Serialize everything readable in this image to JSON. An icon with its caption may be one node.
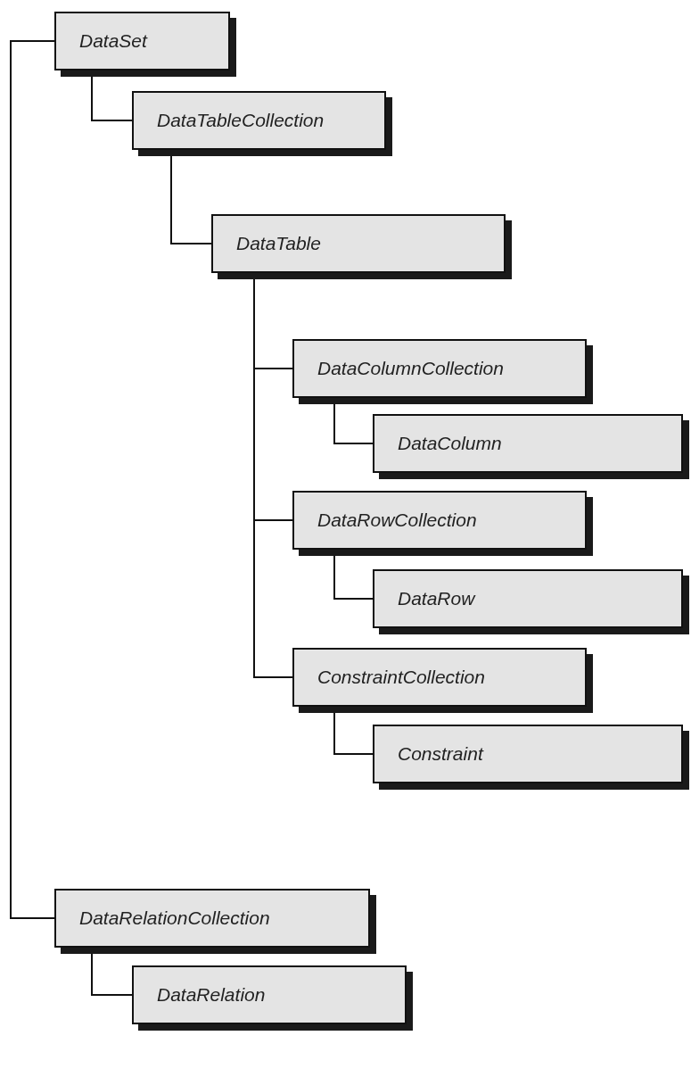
{
  "diagram": {
    "nodes": [
      {
        "text": [
          "DataSet"
        ]
      },
      {
        "text": [
          "DataTableCollection"
        ]
      },
      {
        "text": [
          "DataTable"
        ]
      },
      {
        "text": [
          "DataColumnCollection"
        ]
      },
      {
        "text": [
          "DataColumn"
        ]
      },
      {
        "text": [
          "DataRowCollection"
        ]
      },
      {
        "text": [
          "DataRow"
        ]
      },
      {
        "text": [
          "ConstraintCollection"
        ]
      },
      {
        "text": [
          "Constraint"
        ]
      },
      {
        "text": [
          "DataRelationCollection"
        ]
      },
      {
        "text": [
          "DataRelation"
        ]
      }
    ],
    "edges": [
      {
        "from": 0,
        "to": 1,
        "arrow": "none"
      },
      {
        "from": 1,
        "to": 2,
        "arrow": "none"
      },
      {
        "from": 2,
        "to": 3,
        "arrow": "none"
      },
      {
        "from": 3,
        "to": 4,
        "arrow": "none"
      },
      {
        "from": 2,
        "to": 5,
        "arrow": "none"
      },
      {
        "from": 5,
        "to": 6,
        "arrow": "none"
      },
      {
        "from": 2,
        "to": 7,
        "arrow": "none"
      },
      {
        "from": 7,
        "to": 8,
        "arrow": "none"
      },
      {
        "from": 0,
        "to": 9,
        "arrow": "none"
      },
      {
        "from": 9,
        "to": 10,
        "arrow": "none"
      }
    ]
  }
}
